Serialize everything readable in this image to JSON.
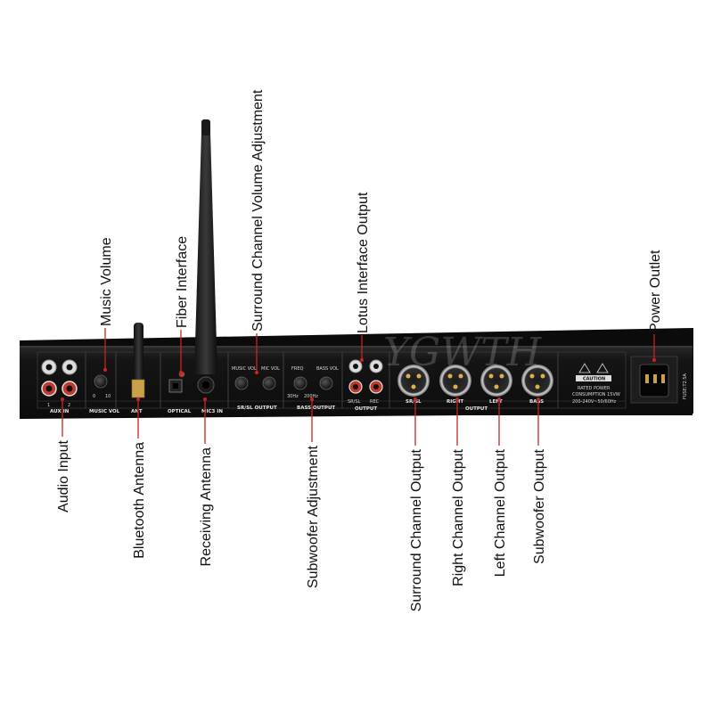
{
  "watermark": "YGWTH",
  "labels": {
    "audio_input": "Audio Input",
    "music_volume": "Music Volume",
    "bluetooth_antenna": "Bluetooth Antenna",
    "fiber_interface": "Fiber Interface",
    "receiving_antenna": "Receiving Antenna",
    "surround_volume_adjustment": "Surround Channel Volume Adjustment",
    "subwoofer_adjustment": "Subwoofer Adjustment",
    "lotus_output": "Lotus Interface Output",
    "surround_output": "Surround Channel Output",
    "right_output": "Right Channel Output",
    "left_output": "Left Channel Output",
    "subwoofer_output": "Subwoofer Output",
    "power_outlet": "Power Outlet"
  },
  "panel": {
    "aux_in": "AUX IN",
    "music_vol": "MUSIC VOL",
    "ant": "ANT",
    "optical": "OPTICAL",
    "mic_in": "MIC3 IN",
    "music_vol2": "MUSIC VOL",
    "mic_vol": "MIC VOL",
    "srsl_output": "SR/SL OUTPUT",
    "freq": "FREQ",
    "bass_vol": "BASS VOL",
    "bass_output": "BASS OUTPUT",
    "hz30": "30Hz",
    "hz200": "200Hz",
    "srsl": "SR/SL",
    "rec": "REC",
    "output": "OUTPUT",
    "xlr_srsl": "SR/SL",
    "xlr_right": "RIGHT",
    "xlr_left": "LEFT",
    "xlr_bass": "BASS",
    "xlr_output": "OUTPUT",
    "caution": "CAUTION",
    "rated_power": "RATED POWER",
    "consumption": "CONSUMPTION 15VW",
    "voltage": "200-240V~50/60Hz",
    "fuse": "FUSE:T2.5A",
    "ch1": "1",
    "ch2": "2",
    "scale_0": "0",
    "scale_10": "10"
  },
  "colors": {
    "panel": "#141414",
    "panel_edge": "#2b2b2b",
    "rca_red": "#c0392b",
    "rca_white": "#e8e8e8",
    "gold": "#c9a14a",
    "callout_line": "#cc2222"
  }
}
